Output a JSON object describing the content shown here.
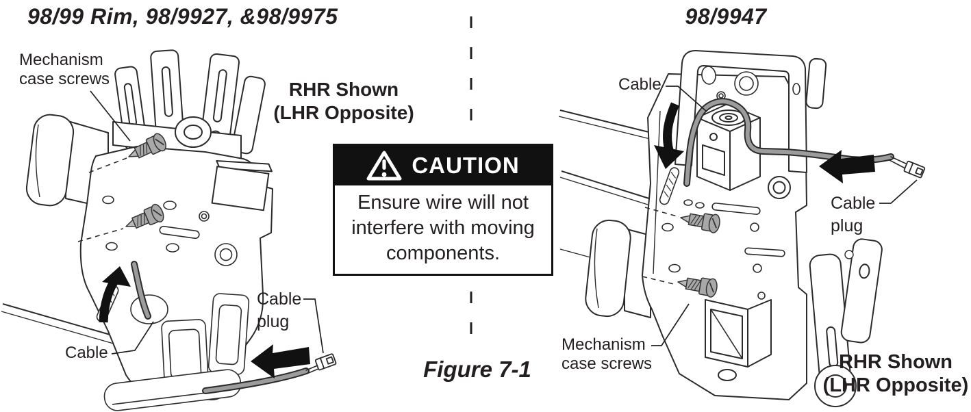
{
  "left_panel": {
    "title": "98/99 Rim, 98/9927, &98/9975",
    "handing_note": {
      "line1": "RHR Shown",
      "line2": "(LHR Opposite)"
    },
    "labels": {
      "mechanism_screws": {
        "line1": "Mechanism",
        "line2": "case screws"
      },
      "cable": "Cable",
      "cable_plug": {
        "line1": "Cable",
        "line2": "plug"
      }
    }
  },
  "right_panel": {
    "title": "98/9947",
    "handing_note": {
      "line1": "RHR Shown",
      "line2": "(LHR Opposite)"
    },
    "labels": {
      "cable": "Cable",
      "cable_plug": {
        "line1": "Cable",
        "line2": "plug"
      },
      "mechanism_screws": {
        "line1": "Mechanism",
        "line2": "case screws"
      }
    }
  },
  "caution": {
    "header": "CAUTION",
    "body": "Ensure wire will not interfere with moving components."
  },
  "figure": {
    "caption": "Figure 7-1"
  },
  "colors": {
    "ink": "#231f20",
    "line_art": "#2d2a2b",
    "cable_gray": "#9c9c9c",
    "screw_gray": "#a8a8a8",
    "caution_bg": "#111111",
    "caution_text": "#ffffff"
  }
}
